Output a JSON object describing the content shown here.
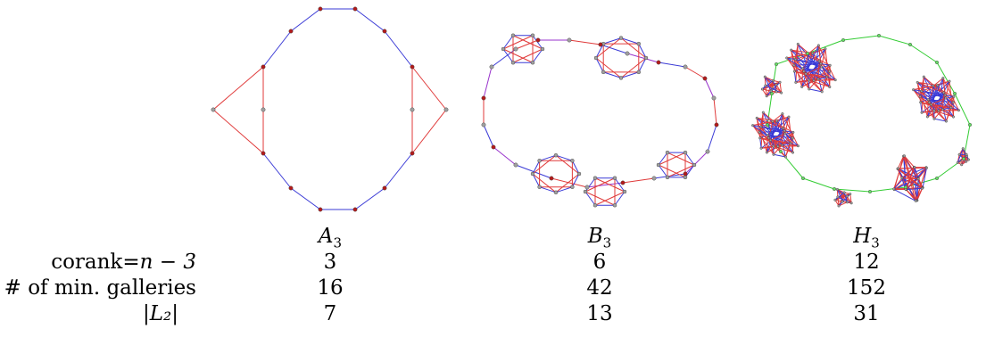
{
  "columns": [
    {
      "base": "A",
      "sub": "3"
    },
    {
      "base": "B",
      "sub": "3"
    },
    {
      "base": "H",
      "sub": "3"
    }
  ],
  "rows": [
    {
      "label_text": "corank=",
      "label_math": "n − 3",
      "values": [
        "3",
        "6",
        "12"
      ]
    },
    {
      "label_text": "# of min. galleries",
      "label_math": "",
      "values": [
        "16",
        "42",
        "152"
      ]
    },
    {
      "label_text": "",
      "label_math": "|L₂|",
      "values": [
        "7",
        "13",
        "31"
      ]
    }
  ],
  "colors": {
    "edge_blue": "#3a3ad6",
    "edge_red": "#e03a3a",
    "edge_green": "#33cc33",
    "edge_purple": "#9933cc",
    "node_red": "#b31b1b",
    "node_gray": "#a0a0a0",
    "node_green": "#66dd66"
  }
}
